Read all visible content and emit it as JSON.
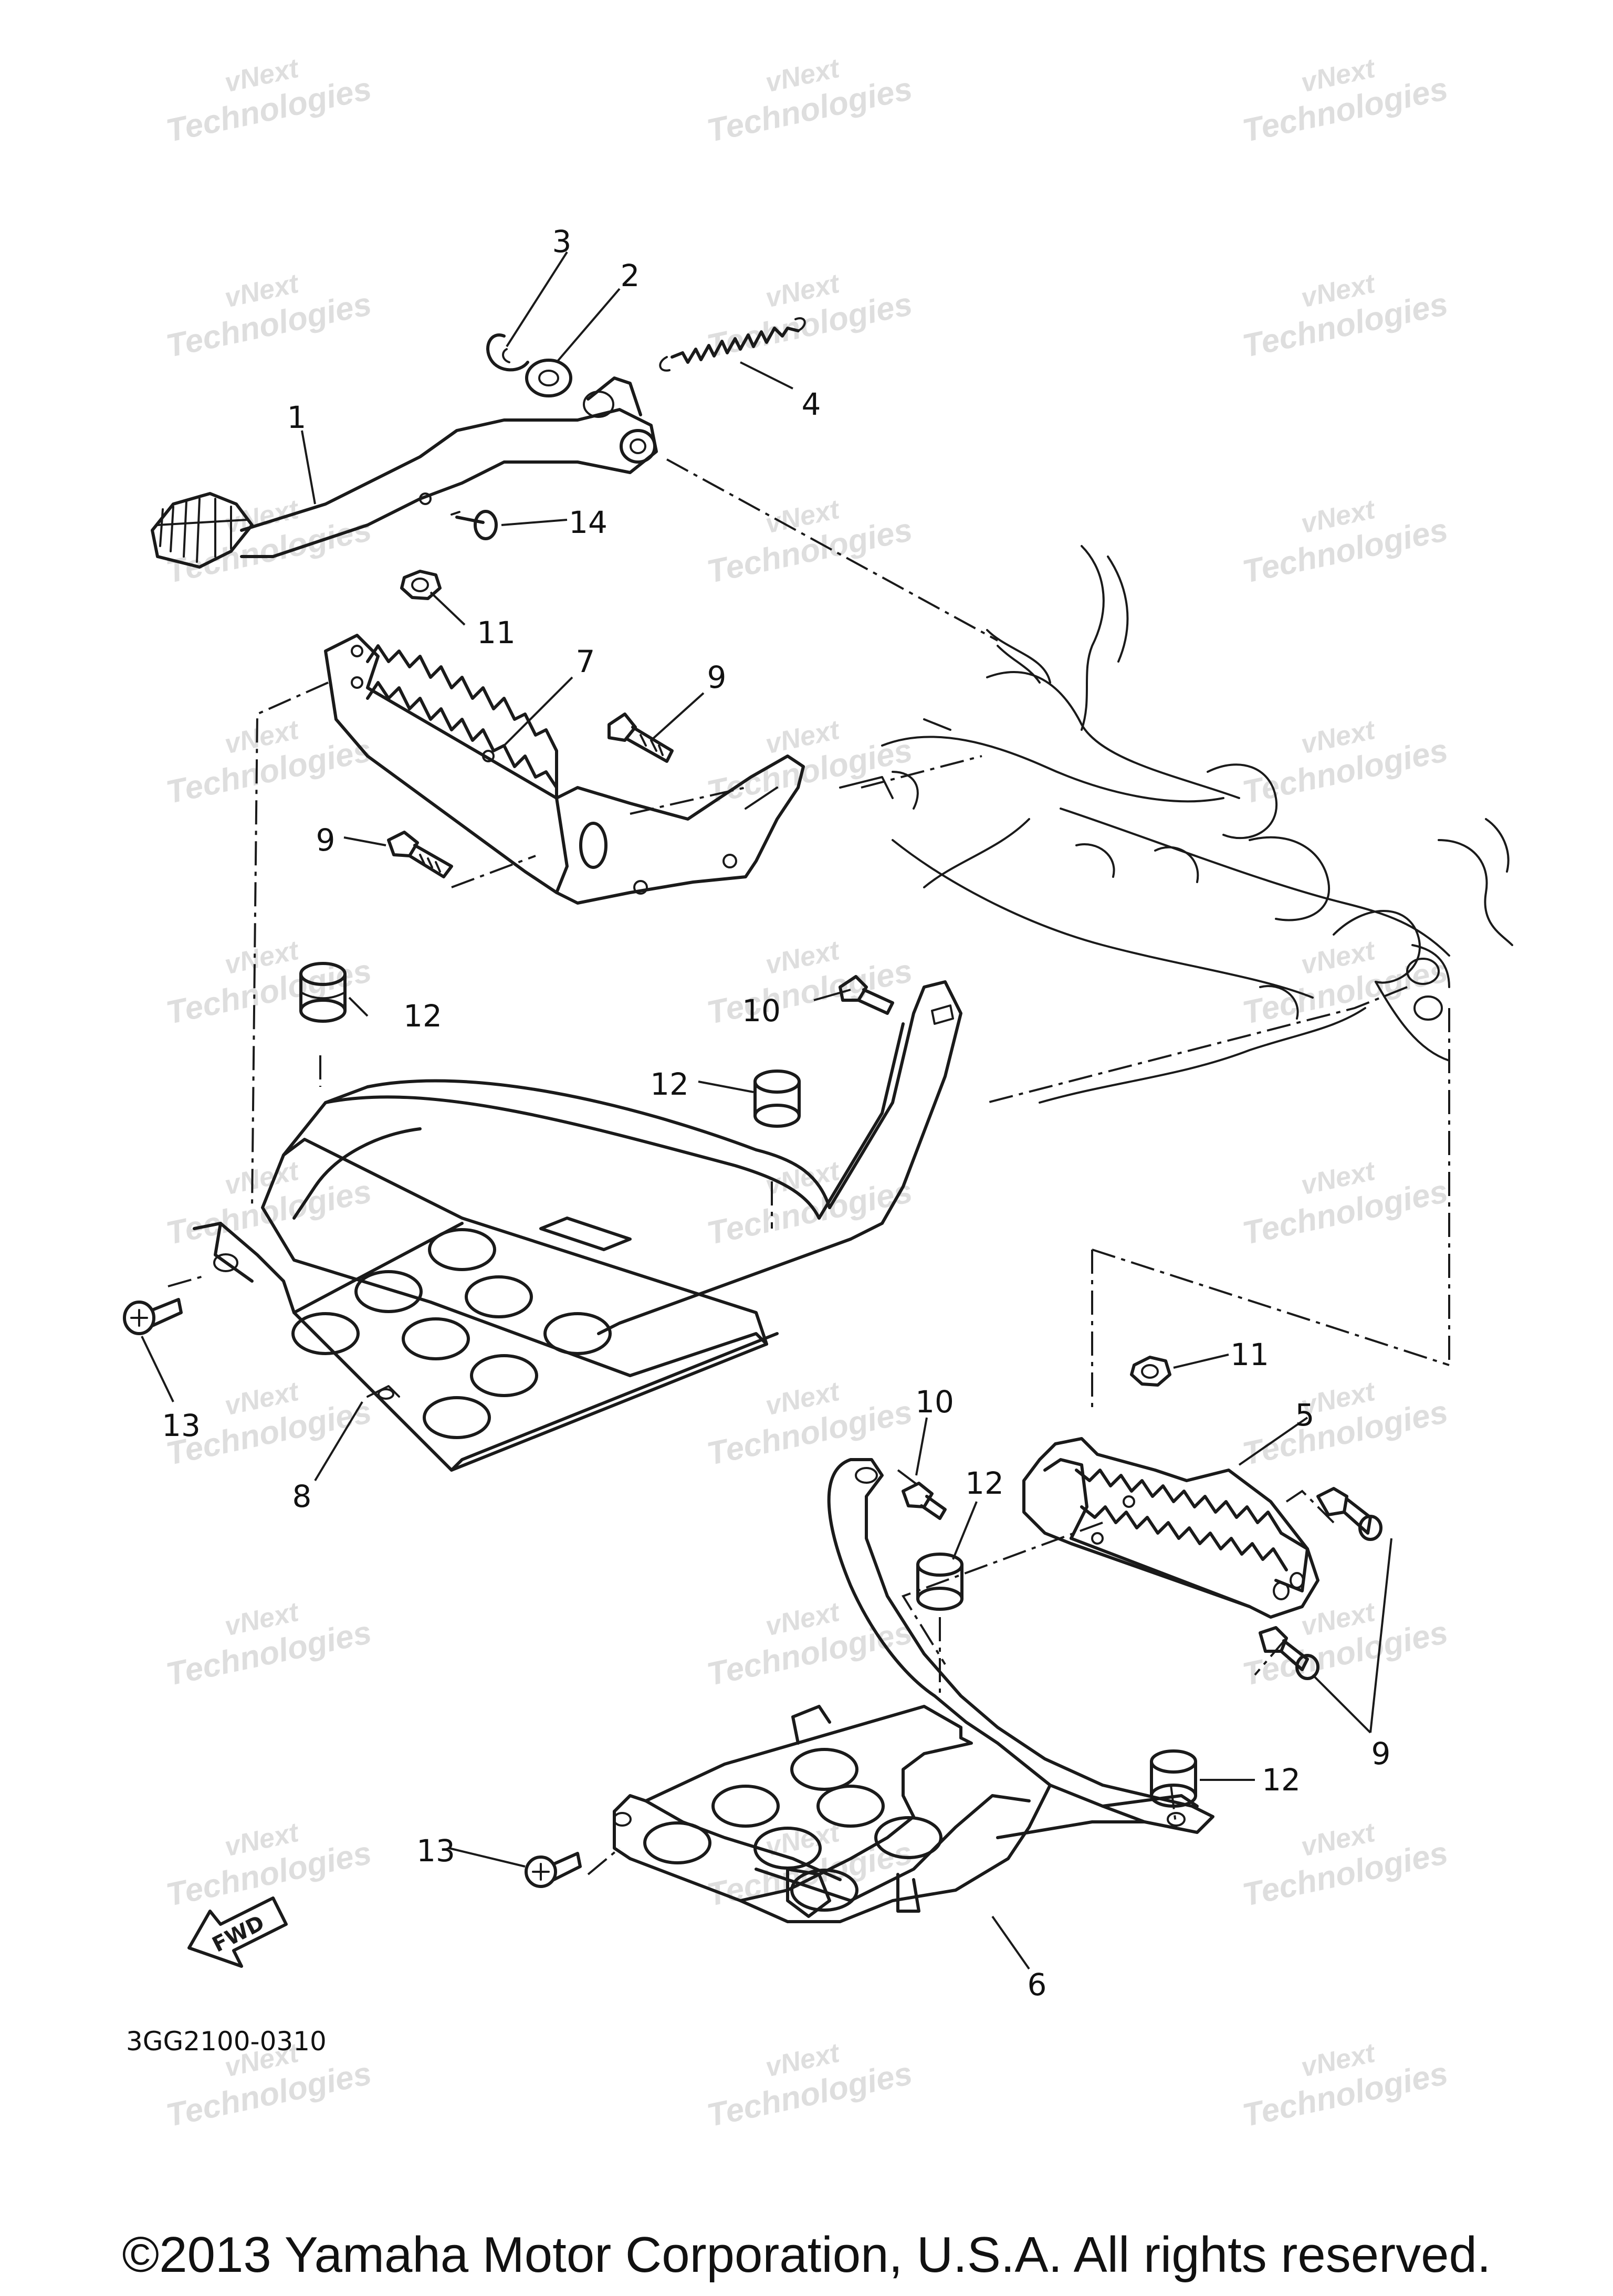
{
  "diagram_code": "3GG2100-0310",
  "copyright": "©2013 Yamaha Motor Corporation, U.S.A. All rights reserved.",
  "fwd_label": "FWD",
  "watermark": {
    "line1": "vNext",
    "line2": "Technologies"
  },
  "callouts": {
    "c1": "1",
    "c2": "2",
    "c3": "3",
    "c4": "4",
    "c5": "5",
    "c6": "6",
    "c7": "7",
    "c8": "8",
    "c9a": "9",
    "c9b": "9",
    "c9c": "9",
    "c10a": "10",
    "c10b": "10",
    "c11a": "11",
    "c11b": "11",
    "c12a": "12",
    "c12b": "12",
    "c12c": "12",
    "c12d": "12",
    "c13a": "13",
    "c13b": "13",
    "c14": "14"
  }
}
